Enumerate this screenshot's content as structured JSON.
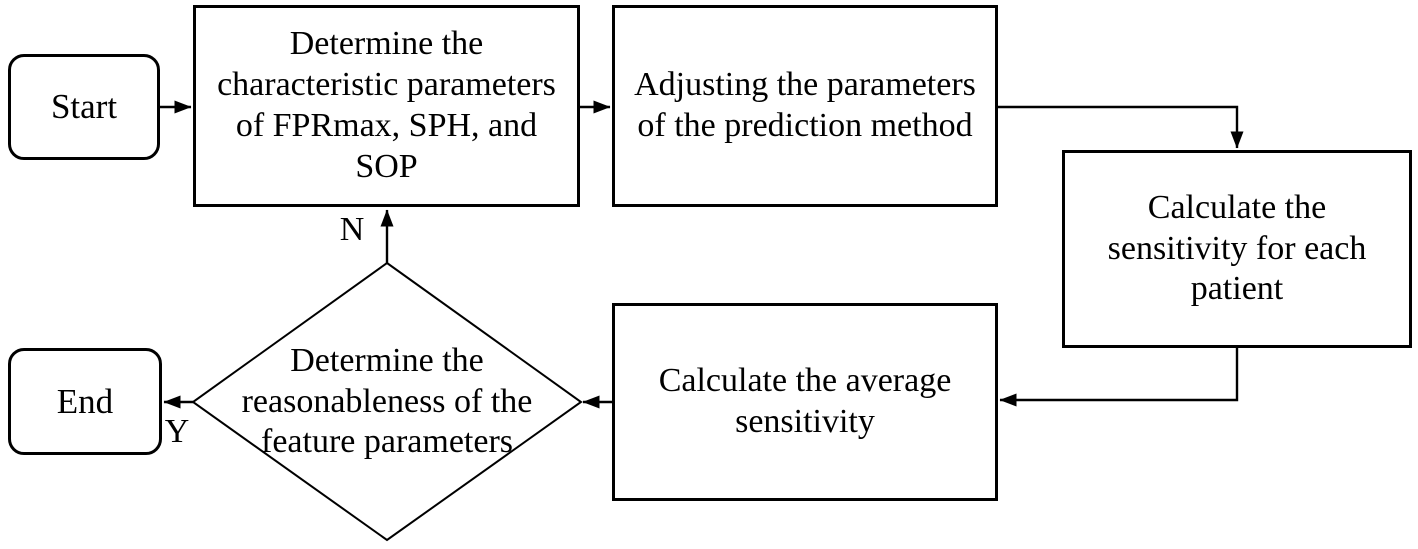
{
  "colors": {
    "background": "#ffffff",
    "line": "#000000",
    "text": "#000000"
  },
  "nodes": {
    "start": {
      "type": "terminator",
      "label": "Start"
    },
    "determine_params": {
      "type": "process",
      "label": "Determine the\ncharacteristic parameters\nof FPRmax, SPH, and\nSOP"
    },
    "adjust_params": {
      "type": "process",
      "label": "Adjusting the parameters\nof the prediction method"
    },
    "calc_sensitivity": {
      "type": "process",
      "label": "Calculate the\nsensitivity for each\npatient"
    },
    "calc_average": {
      "type": "process",
      "label": "Calculate the average\nsensitivity"
    },
    "decision": {
      "type": "decision",
      "label": "Determine the\nreasonableness of the\nfeature parameters"
    },
    "end": {
      "type": "terminator",
      "label": "End"
    }
  },
  "edge_labels": {
    "no": "N",
    "yes": "Y"
  }
}
